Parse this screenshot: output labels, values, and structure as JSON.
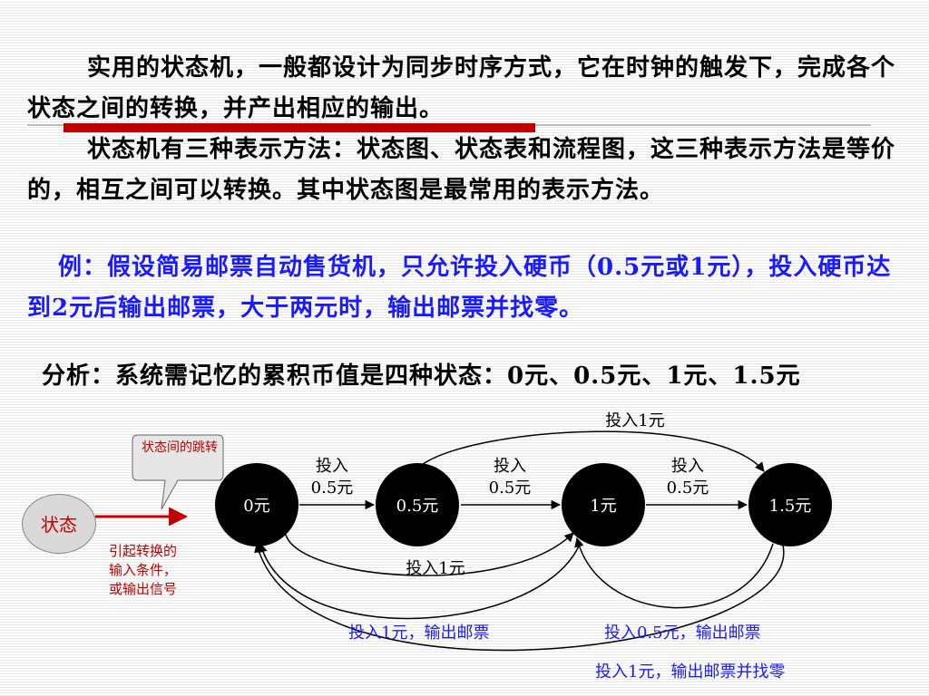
{
  "paragraph1": "实用的状态机，一般都设计为同步时序方式，它在时钟的触发下，完成各个状态之间的转换，并产出相应的输出。",
  "paragraph2": "状态机有三种表示方法：状态图、状态表和流程图，这三种表示方法是等价的，相互之间可以转换。其中状态图是最常用的表示方法。",
  "example": "例：假设简易邮票自动售货机，只允许投入硬币（0.5元或1元），投入硬币达到2元后输出邮票，大于两元时，输出邮票并找零。",
  "analysis": "分析：系统需记忆的累积币值是四种状态：0元、0.5元、1元、1.5元",
  "legend": {
    "state_label": "状态",
    "callout": "状态间的跳转",
    "input_note": "引起转换的输入条件，或输出信号"
  },
  "nodes": [
    "0元",
    "0.5元",
    "1元",
    "1.5元"
  ],
  "edges": {
    "e01": "投入0.5元",
    "e12": "投入0.5元",
    "e23": "投入0.5元",
    "e13_top": "投入1元",
    "e02_bottom": "投入1元",
    "ret1": "投入1元，输出邮票",
    "ret2": "投入0.5元，输出邮票",
    "ret3": "投入1元，输出邮票并找零"
  },
  "colors": {
    "accent_red": "#c00000",
    "blue_text": "#1a1aff",
    "node_fill": "#000000"
  }
}
